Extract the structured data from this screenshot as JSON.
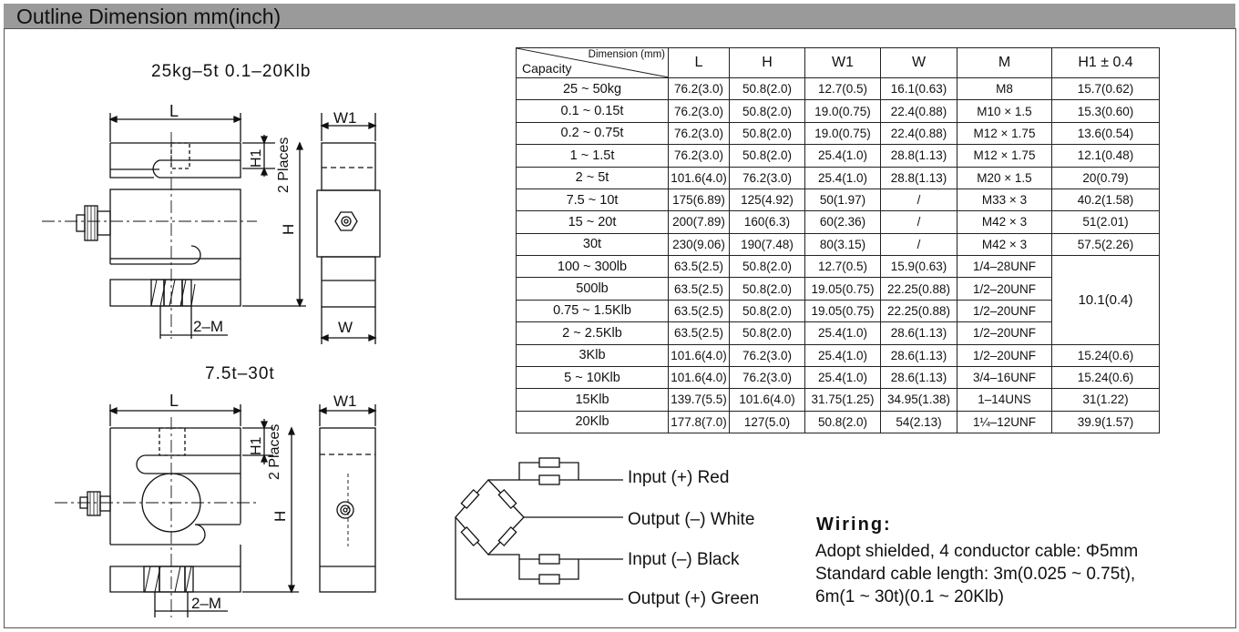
{
  "title": "Outline Dimension mm(inch)",
  "drawing_top": {
    "caption": "25kg–5t  0.1–20Klb",
    "label_L": "L",
    "label_W1": "W1",
    "label_H1": "H1",
    "label_places": "2 Places",
    "label_H": "H",
    "label_W": "W",
    "label_2M": "2–M"
  },
  "drawing_bottom": {
    "caption": "7.5t–30t",
    "label_L": "L",
    "label_W1": "W1",
    "label_H1": "H1",
    "label_places": "2 Places",
    "label_H": "H",
    "label_2M": "2–M"
  },
  "table": {
    "corner_top": "Dimension (mm)",
    "corner_bottom": "Capacity",
    "headers": [
      "L",
      "H",
      "W1",
      "W",
      "M",
      "H1 ± 0.4"
    ],
    "rows": [
      [
        "25 ~ 50kg",
        "76.2(3.0)",
        "50.8(2.0)",
        "12.7(0.5)",
        "16.1(0.63)",
        "M8",
        "15.7(0.62)"
      ],
      [
        "0.1 ~ 0.15t",
        "76.2(3.0)",
        "50.8(2.0)",
        "19.0(0.75)",
        "22.4(0.88)",
        "M10 × 1.5",
        "15.3(0.60)"
      ],
      [
        "0.2 ~ 0.75t",
        "76.2(3.0)",
        "50.8(2.0)",
        "19.0(0.75)",
        "22.4(0.88)",
        "M12 × 1.75",
        "13.6(0.54)"
      ],
      [
        "1 ~ 1.5t",
        "76.2(3.0)",
        "50.8(2.0)",
        "25.4(1.0)",
        "28.8(1.13)",
        "M12 × 1.75",
        "12.1(0.48)"
      ],
      [
        "2 ~ 5t",
        "101.6(4.0)",
        "76.2(3.0)",
        "25.4(1.0)",
        "28.8(1.13)",
        "M20 × 1.5",
        "20(0.79)"
      ],
      [
        "7.5 ~ 10t",
        "175(6.89)",
        "125(4.92)",
        "50(1.97)",
        "/",
        "M33 × 3",
        "40.2(1.58)"
      ],
      [
        "15 ~ 20t",
        "200(7.89)",
        "160(6.3)",
        "60(2.36)",
        "/",
        "M42 × 3",
        "51(2.01)"
      ],
      [
        "30t",
        "230(9.06)",
        "190(7.48)",
        "80(3.15)",
        "/",
        "M42 × 3",
        "57.5(2.26)"
      ],
      [
        "100 ~ 300lb",
        "63.5(2.5)",
        "50.8(2.0)",
        "12.7(0.5)",
        "15.9(0.63)",
        "1/4–28UNF"
      ],
      [
        "500lb",
        "63.5(2.5)",
        "50.8(2.0)",
        "19.05(0.75)",
        "22.25(0.88)",
        "1/2–20UNF"
      ],
      [
        "0.75 ~ 1.5Klb",
        "63.5(2.5)",
        "50.8(2.0)",
        "19.05(0.75)",
        "22.25(0.88)",
        "1/2–20UNF"
      ],
      [
        "2 ~ 2.5Klb",
        "63.5(2.5)",
        "50.8(2.0)",
        "25.4(1.0)",
        "28.6(1.13)",
        "1/2–20UNF"
      ],
      [
        "3Klb",
        "101.6(4.0)",
        "76.2(3.0)",
        "25.4(1.0)",
        "28.6(1.13)",
        "1/2–20UNF",
        "15.24(0.6)"
      ],
      [
        "5 ~ 10Klb",
        "101.6(4.0)",
        "76.2(3.0)",
        "25.4(1.0)",
        "28.6(1.13)",
        "3/4–16UNF",
        "15.24(0.6)"
      ],
      [
        "15Klb",
        "139.7(5.5)",
        "101.6(4.0)",
        "31.75(1.25)",
        "34.95(1.38)",
        "1–14UNS",
        "31(1.22)"
      ],
      [
        "20Klb",
        "177.8(7.0)",
        "127(5.0)",
        "50.8(2.0)",
        "54(2.13)",
        "1¼–12UNF",
        "39.9(1.57)"
      ]
    ],
    "merged_h1": "10.1(0.4)"
  },
  "wires": {
    "input_pos": "Input (+) Red",
    "output_neg": "Output (–) White",
    "input_neg": "Input (–) Black",
    "output_pos": "Output (+) Green"
  },
  "wiring": {
    "title": "Wiring",
    "line1": "Adopt shielded, 4 conductor cable: Φ5mm",
    "line2": "Standard cable length: 3m(0.025 ~ 0.75t),",
    "line3": "6m(1 ~ 30t)(0.1 ~ 20Klb)"
  }
}
